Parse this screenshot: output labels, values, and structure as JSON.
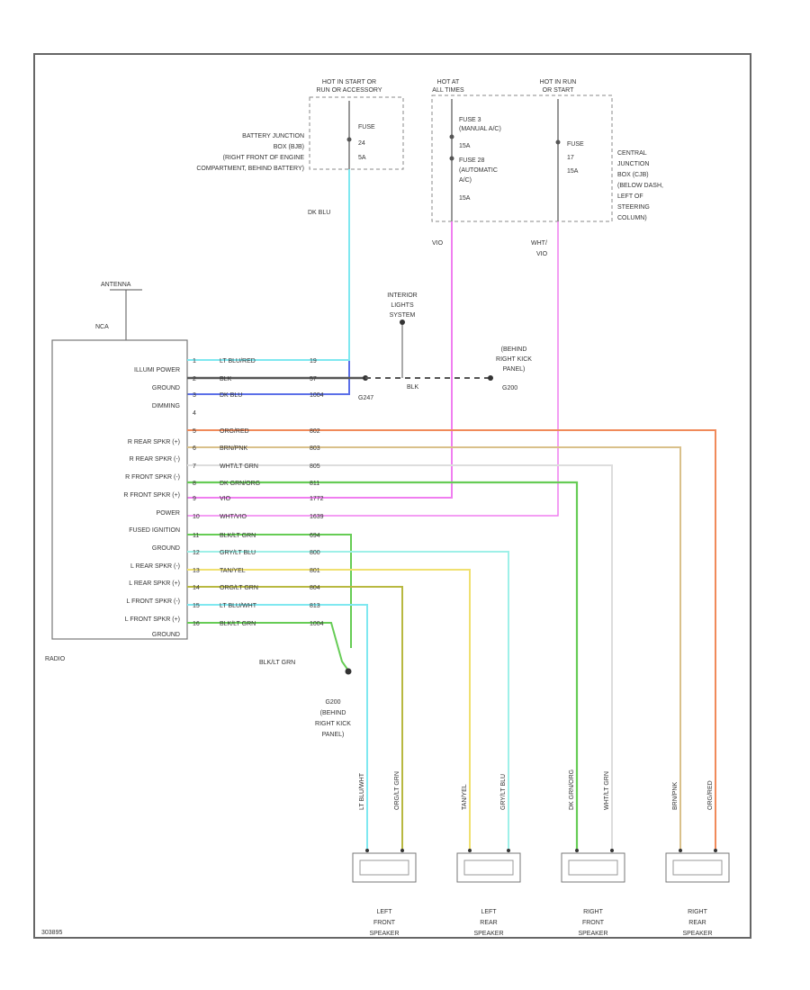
{
  "labels": {
    "hot_start": "HOT IN START OR",
    "hot_start_2": "RUN OR ACCESSORY",
    "hot_at": "HOT AT",
    "hot_at_2": "ALL TIMES",
    "hot_run": "HOT IN RUN",
    "hot_run_2": "OR START",
    "fuse_bj_1": "FUSE",
    "fuse_bj_2": "24",
    "fuse_bj_3": "5A",
    "fuse3_1": "FUSE 3",
    "fuse3_2": "(MANUAL A/C)",
    "fuse3_3": "15A",
    "fuse28_1": "FUSE 28",
    "fuse28_2": "(AUTOMATIC",
    "fuse28_3": "A/C)",
    "fuse28_4": "15A",
    "fuse_r_1": "FUSE",
    "fuse_r_2": "17",
    "fuse_r_3": "15A",
    "bjb_1": "BATTERY JUNCTION",
    "bjb_2": "BOX (BJB)",
    "bjb_3": "(RIGHT FRONT OF ENGINE",
    "bjb_4": "COMPARTMENT, BEHIND BATTERY)",
    "cjb_1": "CENTRAL",
    "cjb_2": "JUNCTION",
    "cjb_3": "BOX (CJB)",
    "cjb_4": "(BELOW DASH,",
    "cjb_5": "LEFT OF",
    "cjb_6": "STEERING",
    "cjb_7": "COLUMN)",
    "dk_blu": "DK BLU",
    "vio": "VIO",
    "wht_vio_1": "WHT/",
    "wht_vio_2": "VIO",
    "antenna": "ANTENNA",
    "nca": "NCA",
    "interior_1": "INTERIOR",
    "interior_2": "LIGHTS",
    "interior_3": "SYSTEM",
    "behind_1": "(BEHIND",
    "behind_2": "RIGHT KICK",
    "behind_3": "PANEL)",
    "g200_top": "G200",
    "g247": "G247",
    "blk": "BLK",
    "radio": "RADIO",
    "blk_lt_grn": "BLK/LT GRN",
    "g200_1": "G200",
    "g200_2": "(BEHIND",
    "g200_3": "RIGHT KICK",
    "g200_4": "PANEL)",
    "code": "303895"
  },
  "radio_pins": [
    {
      "name": "ILLUMI POWER",
      "pin": "1",
      "color": "LT BLU/RED",
      "circuit": "19"
    },
    {
      "name": "GROUND",
      "pin": "2",
      "color": "BLK",
      "circuit": "57"
    },
    {
      "name": "DIMMING",
      "pin": "3",
      "color": "DK BLU",
      "circuit": "1004"
    },
    {
      "name": "",
      "pin": "4",
      "color": "",
      "circuit": ""
    },
    {
      "name": "R REAR SPKR (+)",
      "pin": "5",
      "color": "ORG/RED",
      "circuit": "802"
    },
    {
      "name": "R REAR SPKR (-)",
      "pin": "6",
      "color": "BRN/PNK",
      "circuit": "803"
    },
    {
      "name": "R FRONT SPKR (-)",
      "pin": "7",
      "color": "WHT/LT GRN",
      "circuit": "805"
    },
    {
      "name": "R FRONT SPKR (+)",
      "pin": "8",
      "color": "DK GRN/ORG",
      "circuit": "811"
    },
    {
      "name": "POWER",
      "pin": "9",
      "color": "VIO",
      "circuit": "1772"
    },
    {
      "name": "FUSED IGNITION",
      "pin": "10",
      "color": "WHT/VIO",
      "circuit": "1639"
    },
    {
      "name": "GROUND",
      "pin": "11",
      "color": "BLK/LT GRN",
      "circuit": "694"
    },
    {
      "name": "L REAR SPKR (-)",
      "pin": "12",
      "color": "GRY/LT BLU",
      "circuit": "800"
    },
    {
      "name": "L REAR SPKR (+)",
      "pin": "13",
      "color": "TAN/YEL",
      "circuit": "801"
    },
    {
      "name": "L FRONT SPKR (-)",
      "pin": "14",
      "color": "ORG/LT GRN",
      "circuit": "804"
    },
    {
      "name": "L FRONT SPKR (+)",
      "pin": "15",
      "color": "LT BLU/WHT",
      "circuit": "813"
    },
    {
      "name": "GROUND",
      "pin": "16",
      "color": "BLK/LT GRN",
      "circuit": "1004"
    }
  ],
  "speakers": [
    {
      "name_1": "LEFT",
      "name_2": "FRONT",
      "name_3": "SPEAKER",
      "w1": "LT BLU/WHT",
      "w2": "ORG/LT GRN"
    },
    {
      "name_1": "LEFT",
      "name_2": "REAR",
      "name_3": "SPEAKER",
      "w1": "TAN/YEL",
      "w2": "GRY/LT BLU"
    },
    {
      "name_1": "RIGHT",
      "name_2": "FRONT",
      "name_3": "SPEAKER",
      "w1": "DK GRN/ORG",
      "w2": "WHT/LT GRN"
    },
    {
      "name_1": "RIGHT",
      "name_2": "REAR",
      "name_3": "SPEAKER",
      "w1": "BRN/PNK",
      "w2": "ORG/RED"
    }
  ],
  "colors": {
    "light_blue": "#7fe8f0",
    "dark_blue": "#5b6fe8",
    "orange_red": "#f08a5a",
    "brown_pink": "#d9c08a",
    "white_green": "#e0e0e0",
    "green": "#66cc55",
    "violet": "#f07ef0",
    "tan_yellow": "#f0e070",
    "olive": "#b8b840",
    "black": "#555555"
  }
}
